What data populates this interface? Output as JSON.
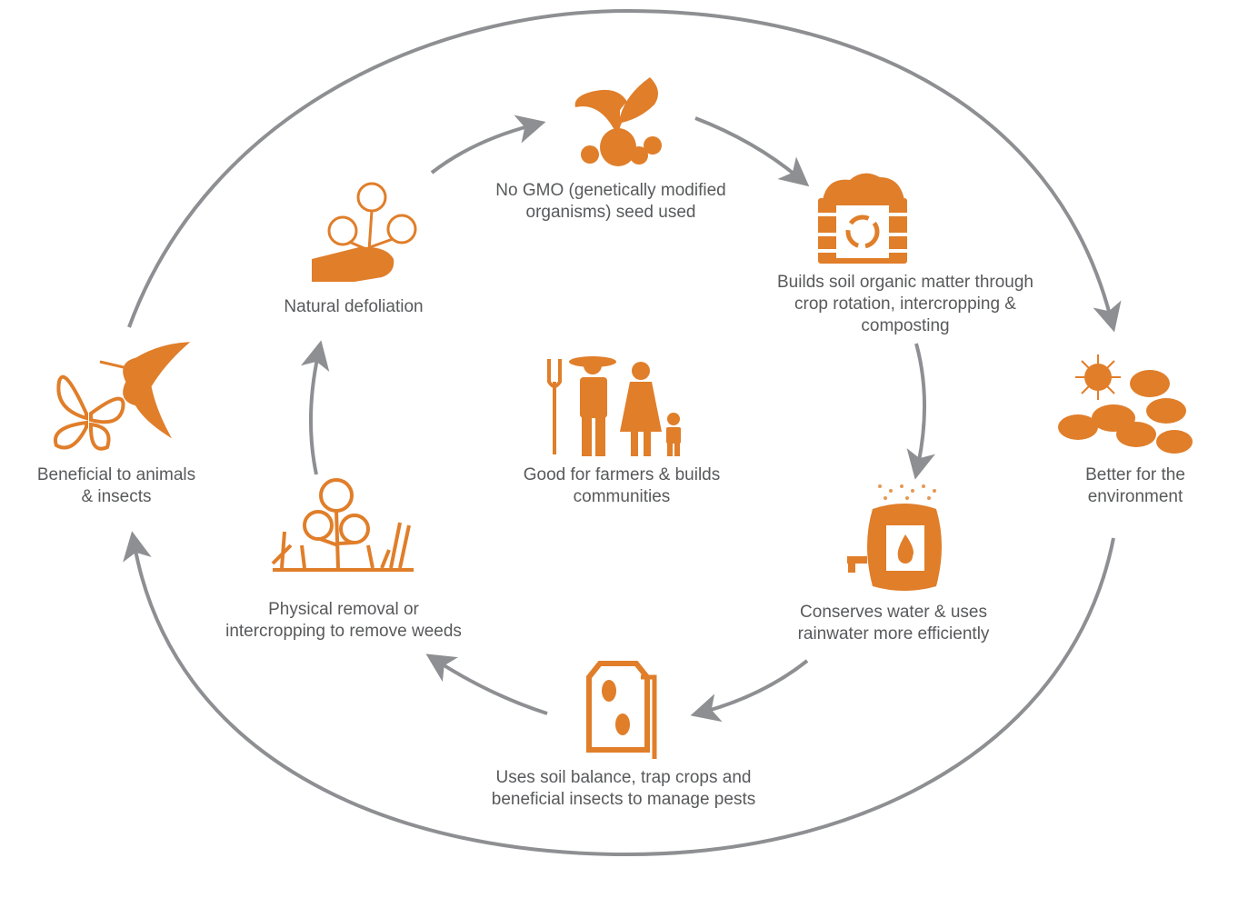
{
  "colors": {
    "accent": "#E07E2A",
    "text": "#58595B",
    "arrow": "#8E8F92"
  },
  "nodes": {
    "seed": {
      "line1": "No GMO (genetically modified",
      "line2": "organisms) seed used",
      "icon": "seedling-icon"
    },
    "soil": {
      "line1": "Builds soil organic matter through",
      "line2": "crop rotation, intercropping &",
      "line3": "composting",
      "icon": "compost-bin-icon"
    },
    "water": {
      "line1": "Conserves water & uses",
      "line2": "rainwater more efficiently",
      "icon": "rain-barrel-icon"
    },
    "pests": {
      "line1": "Uses soil balance, trap crops and",
      "line2": "beneficial insects to manage pests",
      "icon": "insect-trap-icon"
    },
    "weeds": {
      "line1": "Physical removal or",
      "line2": "intercropping to remove weeds",
      "icon": "cotton-plants-icon"
    },
    "defoliation": {
      "line1": "Natural defoliation",
      "icon": "hand-cotton-icon"
    },
    "farmers": {
      "line1": "Good for farmers & builds",
      "line2": "communities",
      "icon": "farmer-family-icon"
    },
    "animals": {
      "line1": "Beneficial to animals",
      "line2": "& insects",
      "icon": "bird-butterfly-icon"
    },
    "environment": {
      "line1": "Better for the",
      "line2": "environment",
      "icon": "sun-clouds-icon"
    }
  }
}
